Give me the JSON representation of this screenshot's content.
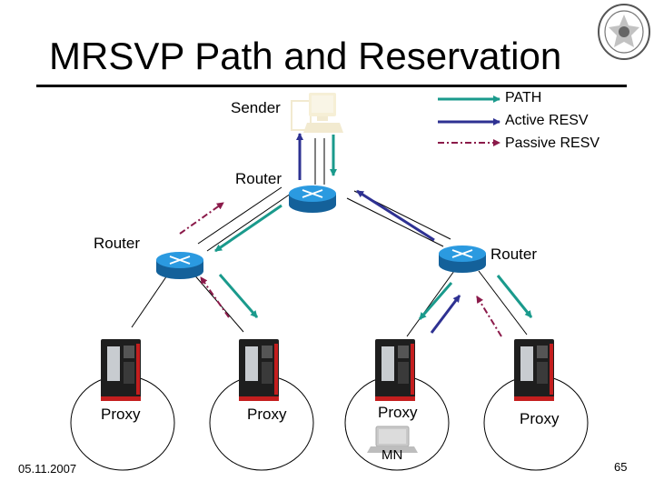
{
  "title": "MRSVP Path and Reservation",
  "legend": {
    "path": "PATH",
    "active_resv": "Active RESV",
    "passive_resv": "Passive RESV"
  },
  "labels": {
    "sender": "Sender",
    "router_top": "Router",
    "router_left": "Router",
    "router_right": "Router",
    "proxy_1": "Proxy",
    "proxy_2": "Proxy",
    "proxy_3": "Proxy",
    "proxy_4": "Proxy",
    "mn": "MN"
  },
  "footer": {
    "date": "05.11.2007",
    "page": "65"
  },
  "colors": {
    "path": "#1a9a8c",
    "active_resv": "#2e3192",
    "passive_resv": "#8b1a4a",
    "router": "#1c86c8"
  }
}
